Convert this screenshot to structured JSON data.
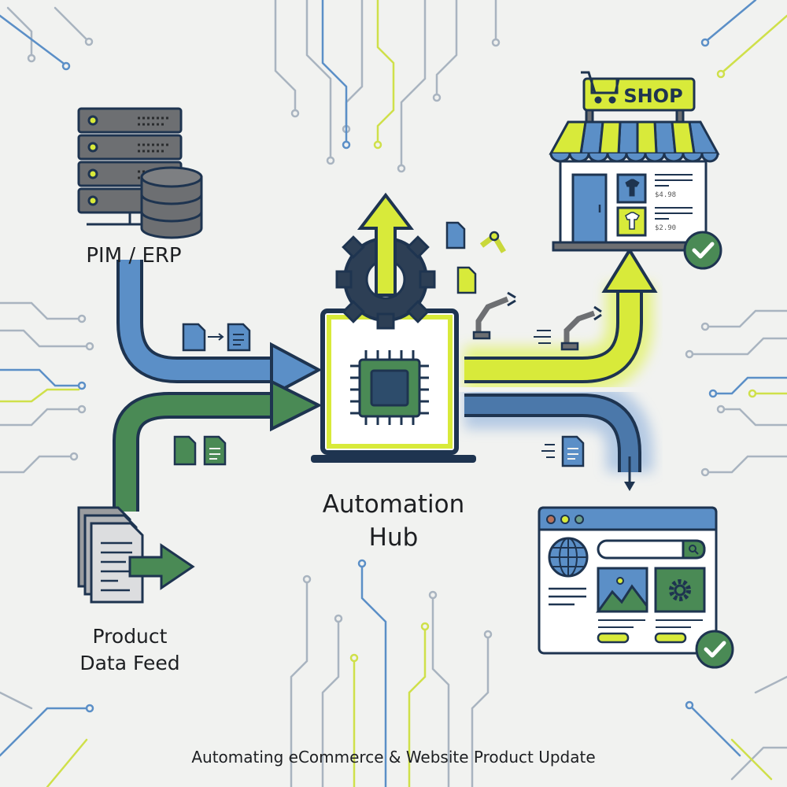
{
  "diagram": {
    "title": "Automating eCommerce & Website Product Update",
    "nodes": {
      "pim": {
        "label": "PIM / ERP"
      },
      "feed": {
        "label_line1": "Product",
        "label_line2": "Data Feed"
      },
      "hub": {
        "label_line1": "Automation",
        "label_line2": "Hub"
      },
      "shop": {
        "sign": "SHOP",
        "price1": "$4.98",
        "price2": "$2.90"
      },
      "website": {}
    },
    "colors": {
      "navy": "#1e3450",
      "blue": "#5b8fc7",
      "green": "#4a8a55",
      "lime": "#d8ea3a",
      "background": "#f1f2f0"
    }
  }
}
